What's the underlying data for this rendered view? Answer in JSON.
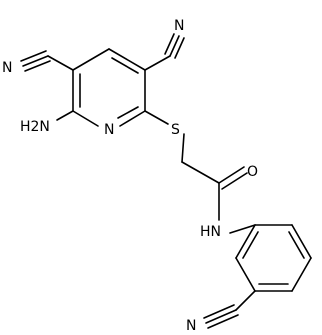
{
  "molecule": {
    "labels": {
      "nitrile_left": "N",
      "nitrile_top": "N",
      "amino": "H2N",
      "ring_nitrogen": "N",
      "sulfur": "S",
      "carbonyl_oxygen": "O",
      "amide": "HN",
      "nitrile_bottom": "N"
    }
  },
  "colors": {
    "bond": "#000000",
    "text": "#000000",
    "background": "#ffffff"
  }
}
